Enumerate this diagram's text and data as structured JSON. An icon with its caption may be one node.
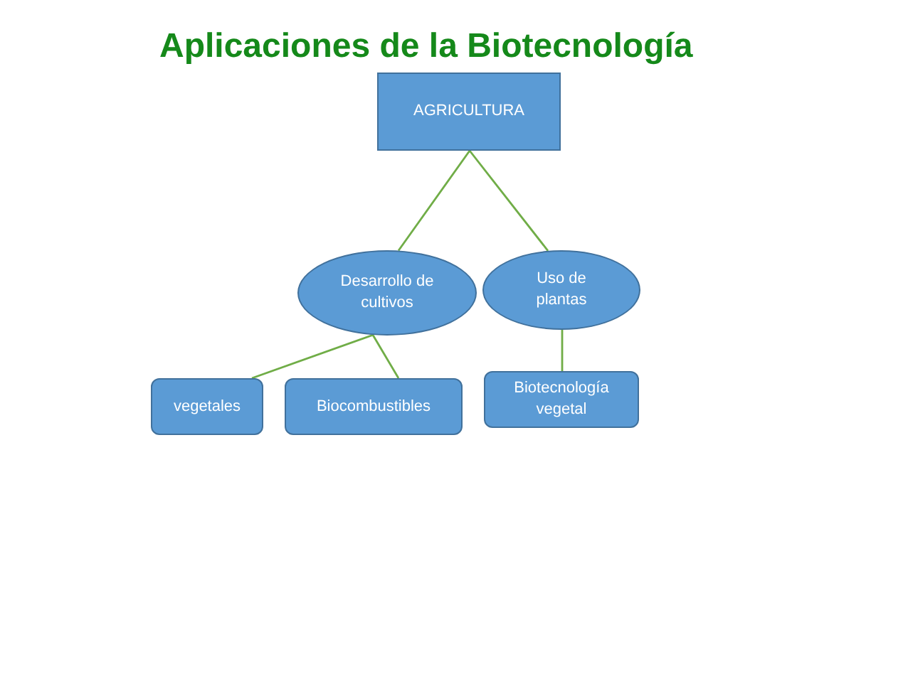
{
  "diagram": {
    "title": "Aplicaciones de la Biotecnología",
    "nodes": [
      {
        "text": [
          "AGRICULTURA"
        ]
      },
      {
        "text": [
          "Desarrollo de cultivos"
        ]
      },
      {
        "text": [
          "Uso de plantas"
        ]
      },
      {
        "text": [
          "vegetales"
        ]
      },
      {
        "text": [
          "Biocombustibles"
        ]
      },
      {
        "text": [
          "Biotecnología vegetal"
        ]
      }
    ],
    "edges": [
      {
        "from": 0,
        "to": 1,
        "arrow": "none"
      },
      {
        "from": 0,
        "to": 2,
        "arrow": "none"
      },
      {
        "from": 1,
        "to": 3,
        "arrow": "none"
      },
      {
        "from": 1,
        "to": 4,
        "arrow": "none"
      },
      {
        "from": 2,
        "to": 5,
        "arrow": "none"
      }
    ]
  }
}
